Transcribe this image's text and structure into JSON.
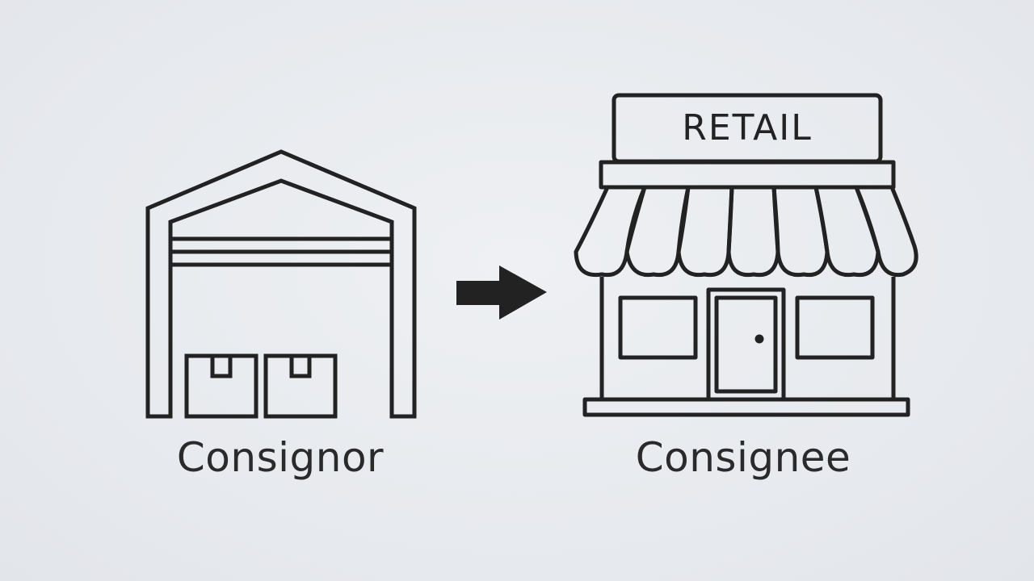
{
  "diagram": {
    "source": {
      "label": "Consignor",
      "icon": "warehouse-icon"
    },
    "target": {
      "label": "Consignee",
      "icon": "storefront-icon",
      "sign_text": "RETAIL"
    },
    "connector": {
      "icon": "arrow-right-icon"
    },
    "colors": {
      "stroke": "#222222",
      "background": "#e8ebef"
    }
  }
}
